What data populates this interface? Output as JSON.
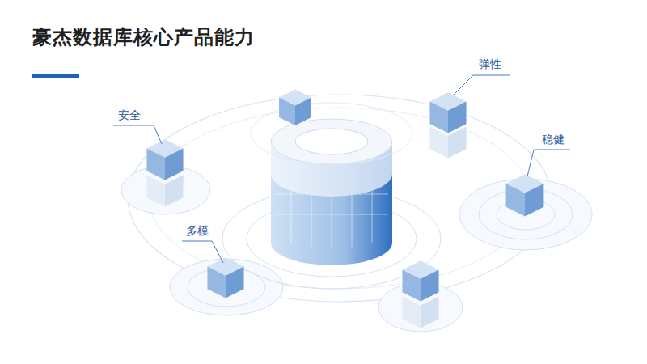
{
  "diagram": {
    "title": "豪杰数据库核心产品能力",
    "labels": [
      "安全",
      "弹性",
      "稳健",
      "多模"
    ]
  }
}
